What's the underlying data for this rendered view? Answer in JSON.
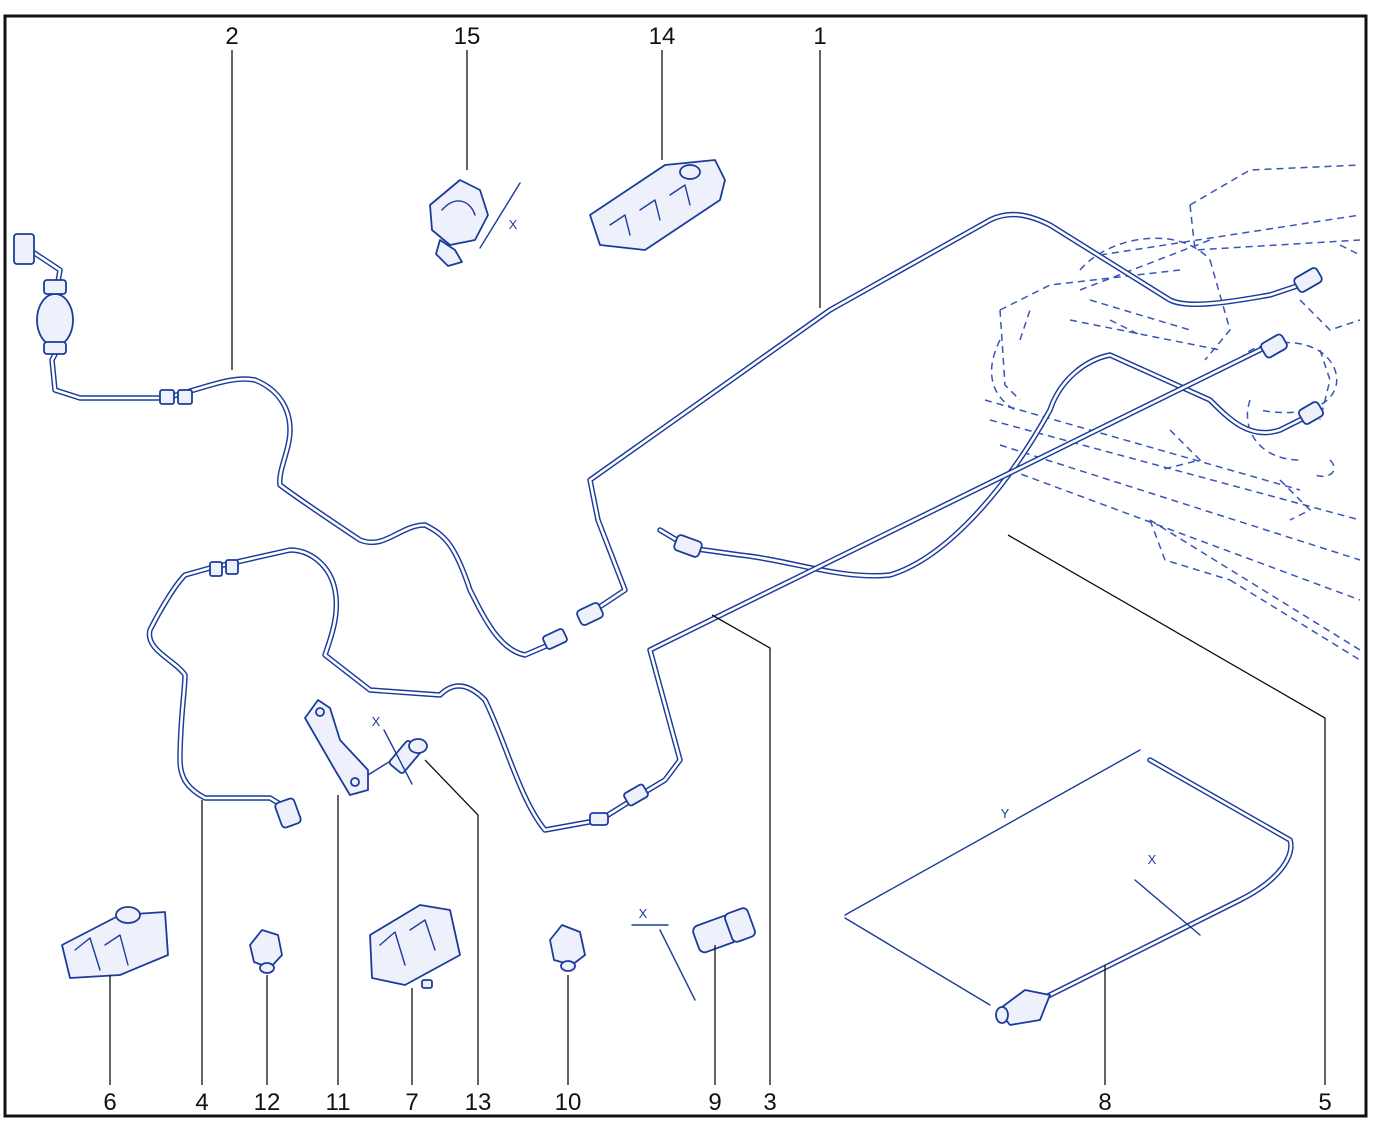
{
  "callouts": {
    "c1": "1",
    "c2": "2",
    "c3": "3",
    "c4": "4",
    "c5": "5",
    "c6": "6",
    "c7": "7",
    "c8": "8",
    "c9": "9",
    "c10": "10",
    "c11": "11",
    "c12": "12",
    "c13": "13",
    "c14": "14",
    "c15": "15"
  },
  "dimensions": {
    "x_label": "X",
    "y_label": "Y"
  },
  "colors": {
    "ink": "#1c3c9c",
    "leader": "#111111",
    "frame": "#111111",
    "fill": "#eef1fb"
  }
}
